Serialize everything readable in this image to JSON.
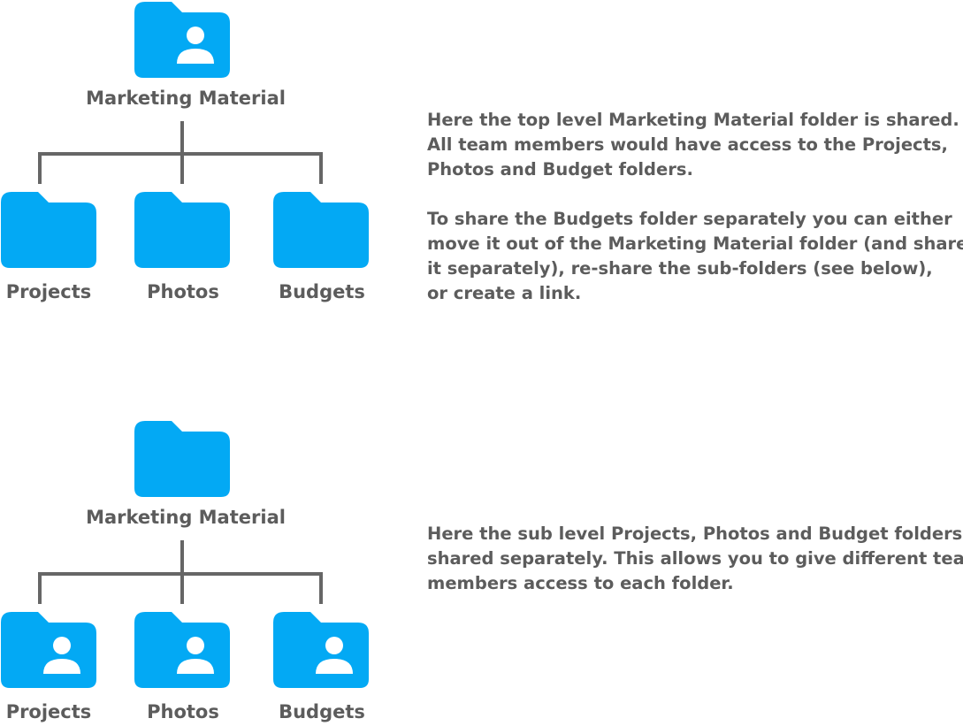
{
  "colors": {
    "folder": "#03A9F4",
    "text": "#5c5c5c",
    "connector": "#666666"
  },
  "diagrams": [
    {
      "root": {
        "label": "Marketing Material",
        "shared": true,
        "icon": "shared-folder-icon"
      },
      "children": [
        {
          "label": "Projects",
          "shared": false,
          "icon": "folder-icon"
        },
        {
          "label": "Photos",
          "shared": false,
          "icon": "folder-icon"
        },
        {
          "label": "Budgets",
          "shared": false,
          "icon": "folder-icon"
        }
      ],
      "description": [
        "Here the top level Marketing Material folder is shared.",
        "All team members would have access to the Projects,",
        "Photos and Budget folders.",
        "",
        "To share the Budgets folder separately you can either",
        "move it out of the Marketing Material folder (and share",
        "it separately), re-share the sub-folders (see below),",
        "or create a link."
      ]
    },
    {
      "root": {
        "label": "Marketing Material",
        "shared": false,
        "icon": "folder-icon"
      },
      "children": [
        {
          "label": "Projects",
          "shared": true,
          "icon": "shared-folder-icon"
        },
        {
          "label": "Photos",
          "shared": true,
          "icon": "shared-folder-icon"
        },
        {
          "label": "Budgets",
          "shared": true,
          "icon": "shared-folder-icon"
        }
      ],
      "description": [
        "Here the sub level Projects, Photos and Budget folders are",
        "shared separately. This allows you to give different team",
        "members access to each folder."
      ]
    }
  ]
}
